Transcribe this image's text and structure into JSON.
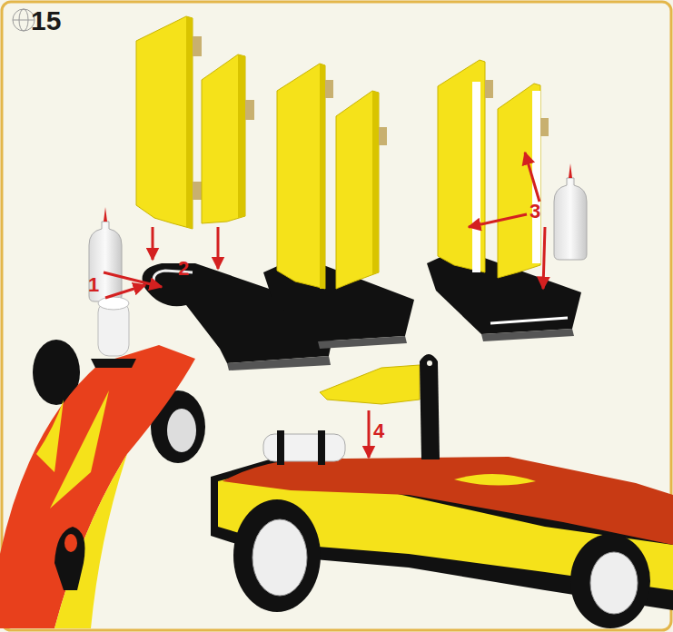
{
  "diagram": {
    "labels": [
      "15",
      "1",
      "2",
      "3",
      "4"
    ]
  }
}
